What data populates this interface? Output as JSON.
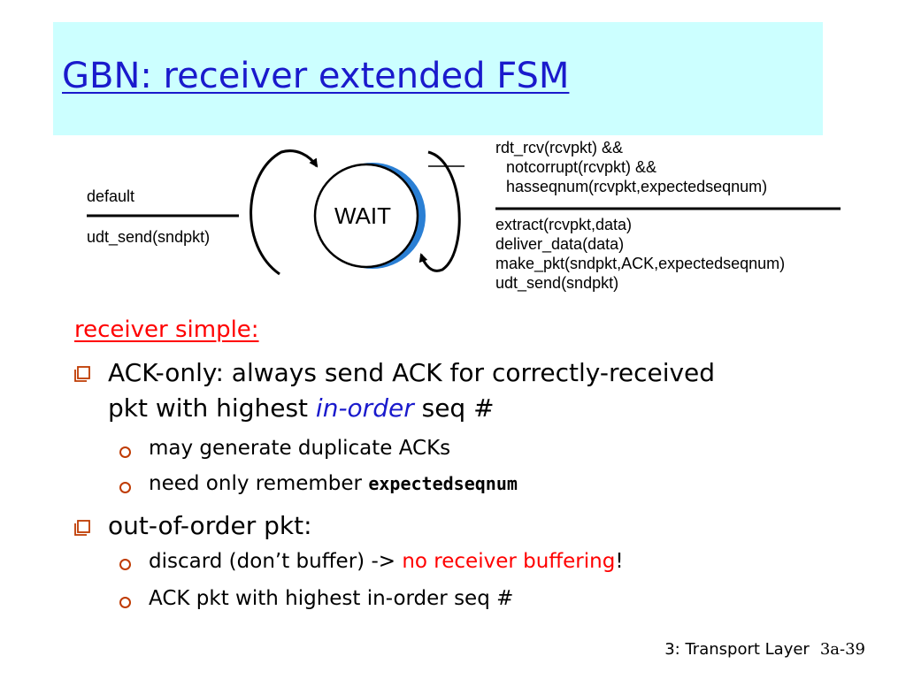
{
  "slide": {
    "title": "GBN: receiver extended FSM",
    "subheading": "receiver simple:"
  },
  "diagram": {
    "state_label": "WAIT",
    "left_event": "default",
    "left_action": "udt_send(sndpkt)",
    "right_condition_lines": [
      "rdt_rcv(rcvpkt) &&",
      "notcorrupt(rcvpkt)  &&",
      "hasseqnum(rcvpkt,expectedseqnum)"
    ],
    "right_action_lines": [
      "extract(rcvpkt,data)",
      "deliver_data(data)",
      "make_pkt(sndpkt,ACK,expectedseqnum)",
      "udt_send(sndpkt)"
    ]
  },
  "bullets": {
    "ack_only": {
      "line1": "ACK-only: always send ACK for correctly-received",
      "line2_pre": "pkt with highest ",
      "line2_em": "in-order",
      "line2_post": " seq #",
      "sub1": "may generate duplicate ACKs",
      "sub2_pre": "need only remember ",
      "sub2_code": "expectedseqnum"
    },
    "out_of_order": {
      "label": "out-of-order pkt:",
      "sub1_pre": "discard (don’t buffer) -> ",
      "sub1_red": "no receiver buffering",
      "sub1_post": "!",
      "sub2": "ACK pkt with highest in-order seq #"
    }
  },
  "footer": {
    "section": "3: Transport Layer",
    "page": "3a-39"
  },
  "colors": {
    "title_band": "#ccffff",
    "title_text": "#1a1acc",
    "accent_red": "#ff0000",
    "state_shadow": "#2a7fd4",
    "bullet_marker": "#bf3a00"
  }
}
